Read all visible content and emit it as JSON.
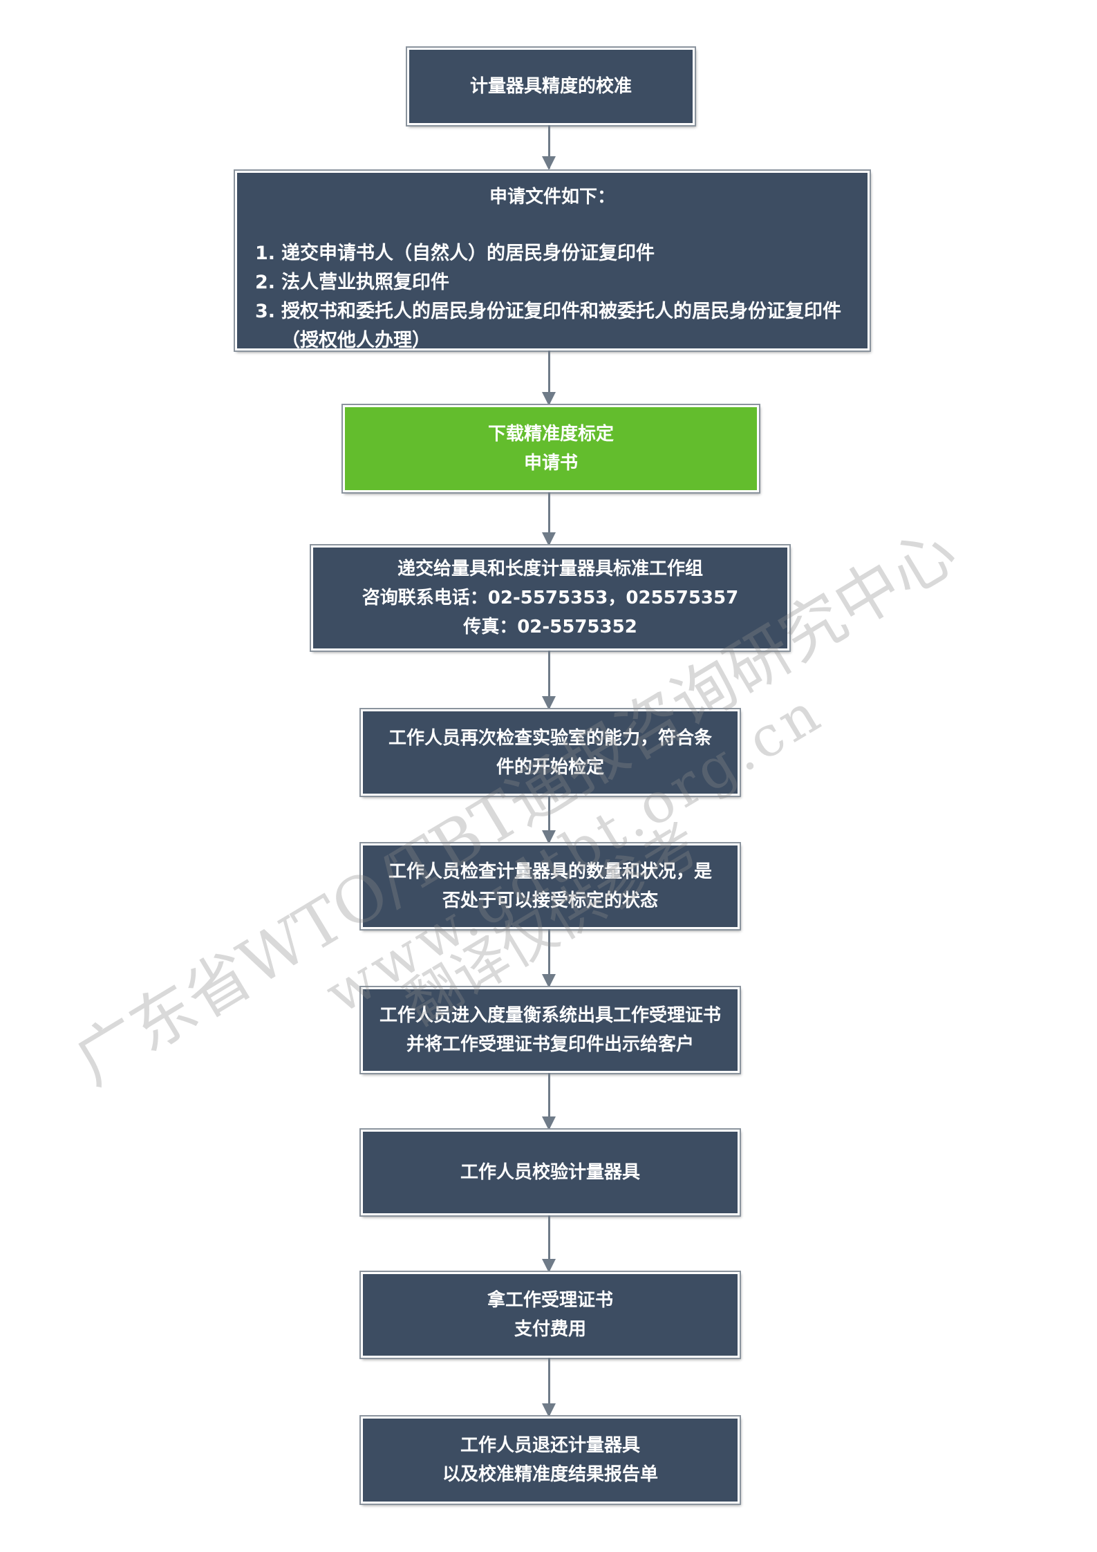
{
  "flow": {
    "step1": {
      "lines": [
        "计量器具精度的校准"
      ]
    },
    "step2": {
      "title": "申请文件如下：",
      "items": [
        {
          "num": "1.",
          "text": "递交申请书人（自然人）的居民身份证复印件"
        },
        {
          "num": "2.",
          "text": "法人营业执照复印件"
        },
        {
          "num": "3.",
          "text": "授权书和委托人的居民身份证复印件和被委托人的居民身份证复印件（授权他人办理）"
        }
      ]
    },
    "step3": {
      "lines": [
        "下载精准度标定",
        "申请书"
      ]
    },
    "step4": {
      "lines": [
        "递交给量具和长度计量器具标准工作组",
        "咨询联系电话：02-5575353，025575357",
        "传真：02-5575352"
      ]
    },
    "step5": {
      "lines": [
        "工作人员再次检查实验室的能力，符合条",
        "件的开始检定"
      ]
    },
    "step6": {
      "lines": [
        "工作人员检查计量器具的数量和状况，是",
        "否处于可以接受标定的状态"
      ]
    },
    "step7": {
      "lines": [
        "工作人员进入度量衡系统出具工作受理证书",
        "并将工作受理证书复印件出示给客户"
      ]
    },
    "step8": {
      "lines": [
        "工作人员校验计量器具"
      ]
    },
    "step9": {
      "lines": [
        "拿工作受理证书",
        "支付费用"
      ]
    },
    "step10": {
      "lines": [
        "工作人员退还计量器具",
        "以及校准精准度结果报告单"
      ]
    }
  },
  "watermark": {
    "line1": "广东省WTO/TBT通报咨询研究中心",
    "line2": "www.gdtbt.org.cn",
    "line3": "翻译仅供参考"
  },
  "colors": {
    "box": "#3d4d62",
    "highlight": "#63bd2d",
    "arrow": "#6f7b88"
  }
}
